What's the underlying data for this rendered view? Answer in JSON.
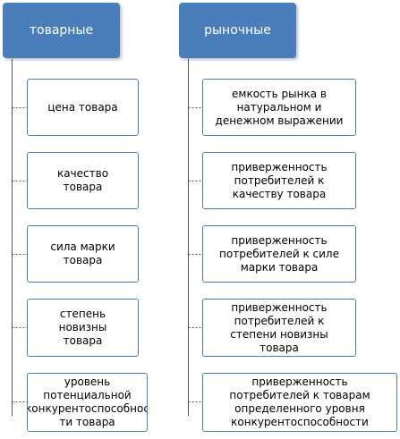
{
  "colors": {
    "header_fill": "#4a7ebb",
    "box_border": "#4a7ebb",
    "connector": "#555555"
  },
  "left": {
    "title": "товарные",
    "items": [
      "цена товара",
      "качество\nтовара",
      "сила марки\nтовара",
      "степень\nновизны\nтовара",
      "уровень\nпотенциальной\nконкурентоспособнос\nти товара"
    ]
  },
  "right": {
    "title": "рыночные",
    "items": [
      "емкость рынка в\nнатуральном и\nденежном выражении",
      "приверженность\nпотребителей к\nкачеству товара",
      "приверженность\nпотребителей к силе\nмарки товара",
      "приверженность\nпотребителей к\nстепени новизны\nтовара",
      "приверженность\nпотребителей к товарам\nопределенного уровня\nконкурентоспособности"
    ]
  }
}
